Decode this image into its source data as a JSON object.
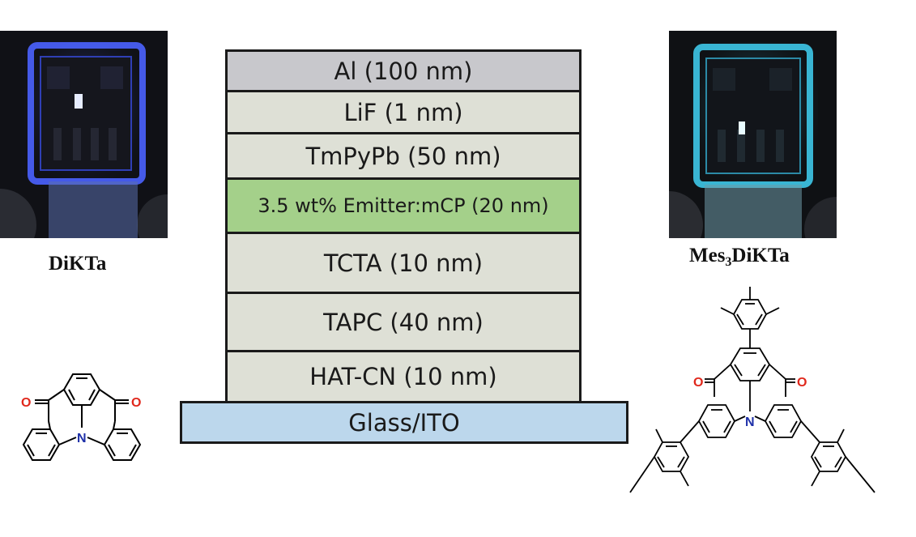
{
  "photos": {
    "left": {
      "label": "DiKTa",
      "glow": "#3a5cff"
    },
    "right": {
      "label_main": "Mes",
      "label_sub": "3",
      "label_tail": "DiKTa",
      "glow": "#3fd0f0"
    }
  },
  "stack": {
    "layers": [
      {
        "label": "Al (100 nm)",
        "color": "#c8c8cc"
      },
      {
        "label": "LiF (1 nm)",
        "color": "#dee0d6"
      },
      {
        "label": "TmPyPb (50 nm)",
        "color": "#dee0d6"
      },
      {
        "label": "3.5 wt% Emitter:mCP (20 nm)",
        "color": "#a4d08a"
      },
      {
        "label": "TCTA (10 nm)",
        "color": "#dee0d6"
      },
      {
        "label": "TAPC (40 nm)",
        "color": "#dee0d6"
      },
      {
        "label": "HAT-CN (10 nm)",
        "color": "#dee0d6"
      },
      {
        "label": "Glass/ITO",
        "color": "#bcd7ec"
      }
    ]
  },
  "molecules": {
    "oxygen_symbol": "O",
    "nitrogen_symbol": "N",
    "oxygen_color": "#e0281c",
    "nitrogen_color": "#1d2fa8"
  }
}
